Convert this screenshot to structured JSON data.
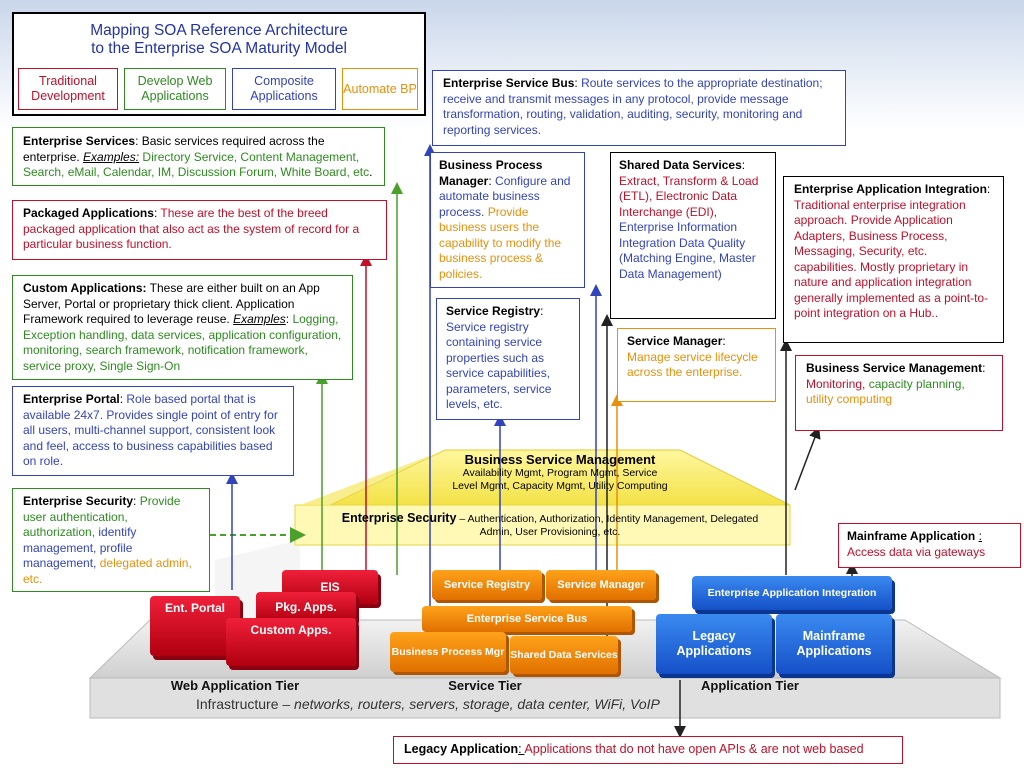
{
  "title": {
    "line1": "Mapping SOA Reference Architecture",
    "line2": "to the Enterprise SOA Maturity Model"
  },
  "maturity": [
    {
      "label": "Traditional Development"
    },
    {
      "label": "Develop Web Applications"
    },
    {
      "label": "Composite Applications"
    },
    {
      "label": "Automate BP"
    }
  ],
  "callouts": {
    "esb": {
      "title": "Enterprise Service Bus",
      "sep": ": ",
      "text": "Route services to the appropriate destination; receive and transmit messages in any protocol, provide message transformation, routing, validation, auditing, security, monitoring and reporting services."
    },
    "enterprise_services": {
      "title": "Enterprise Services",
      "sep": ": ",
      "text1": "Basic services required across the enterprise. ",
      "examples": "Examples:",
      "text2": " Directory Service, Content Management, Search, eMail, Calendar, IM, Discussion Forum, White Board, etc",
      "end": "."
    },
    "packaged_apps": {
      "title": "Packaged Applications",
      "sep": ": ",
      "text": "These are the best of the breed packaged application that also act as the system of record for a particular business function."
    },
    "custom_apps": {
      "title": "Custom Applications:",
      "text1": " These are either built on an App Server, Portal or proprietary thick client. Application Framework required to leverage reuse. ",
      "examples": "Examples",
      "sep": ": ",
      "text2": "Logging, Exception handling, data services, application configuration, monitoring, search framework, notification framework, service proxy, Single Sign-On"
    },
    "enterprise_portal": {
      "title": "Enterprise Portal",
      "sep": ": ",
      "text": "Role based portal that is available 24x7.  Provides single point of entry for all users, multi-channel support, consistent look and feel, access to business capabilities based on role."
    },
    "enterprise_security": {
      "title": "Enterprise Security",
      "sep": ": ",
      "text1": "Provide user authentication, authorization, ",
      "text2": "identify management, profile management, ",
      "text3": "delegated admin, etc."
    },
    "bpm": {
      "title": "Business Process Manager",
      "sep": ": ",
      "text1": "Configure and automate business process.  ",
      "text2": "Provide business users the capability to modify the business process & policies."
    },
    "shared_data": {
      "title": "Shared Data Services",
      "sep": ": ",
      "text1": "Extract, Transform & Load (ETL), Electronic Data Interchange (EDI), ",
      "text2": "Enterprise Information Integration Data Quality (Matching Engine, Master Data Management)"
    },
    "service_registry": {
      "title": "Service Registry",
      "sep": ": ",
      "text": "Service registry containing service properties such as service capabilities, parameters, service levels, etc."
    },
    "service_manager": {
      "title": "Service Manager",
      "sep": ": ",
      "text": "Manage service lifecycle across the enterprise."
    },
    "eai": {
      "title": "Enterprise Application Integration",
      "sep": ": ",
      "text": "Traditional enterprise integration approach. Provide Application Adapters, Business Process, Messaging, Security, etc. capabilities.  Mostly proprietary in nature and application integration generally implemented as a point-to-point integration on a Hub.."
    },
    "bsm": {
      "title": "Business Service Management",
      "sep": ": ",
      "text1": "Monitoring, ",
      "text2": "capacity planning, ",
      "text3": "utility computing"
    },
    "mainframe": {
      "title": "Mainframe Application ",
      "sep": ":",
      "text": "Access data via gateways"
    },
    "legacy": {
      "title": "Legacy Application",
      "sep": ": ",
      "text": "Applications that do not have open APIs & are not web based"
    }
  },
  "layers": {
    "bsm_title": "Business Service Management",
    "bsm_text": "Availability Mgmt, Program Mgmt, Service Level Mgmt, Capacity Mgmt, Utility Computing",
    "security_title": "Enterprise Security",
    "security_text": " – Authentication, Authorization, Identity Management, Delegated Admin, User Provisioning, etc."
  },
  "blocks": {
    "eis": "EIS",
    "ent_portal": "Ent. Portal",
    "pkg_apps": "Pkg. Apps.",
    "custom_apps": "Custom Apps.",
    "service_registry": "Service Registry",
    "service_manager": "Service Manager",
    "esb": "Enterprise Service Bus",
    "bpm": "Business Process Mgr",
    "shared_data": "Shared Data Services",
    "eai": "Enterprise Application Integration",
    "legacy_apps": "Legacy Applications",
    "mainframe_apps": "Mainframe Applications"
  },
  "tiers": {
    "web": "Web Application Tier",
    "service": "Service Tier",
    "application": "Application Tier",
    "infra_title": "Infrastructure",
    "infra_text": " – networks, routers, servers, storage, data center, WiFi, VoIP"
  },
  "colors": {
    "green": "#2e8b20",
    "red": "#c0102a",
    "blue": "#3344bb",
    "orange": "#e8900a",
    "black": "#000000"
  }
}
